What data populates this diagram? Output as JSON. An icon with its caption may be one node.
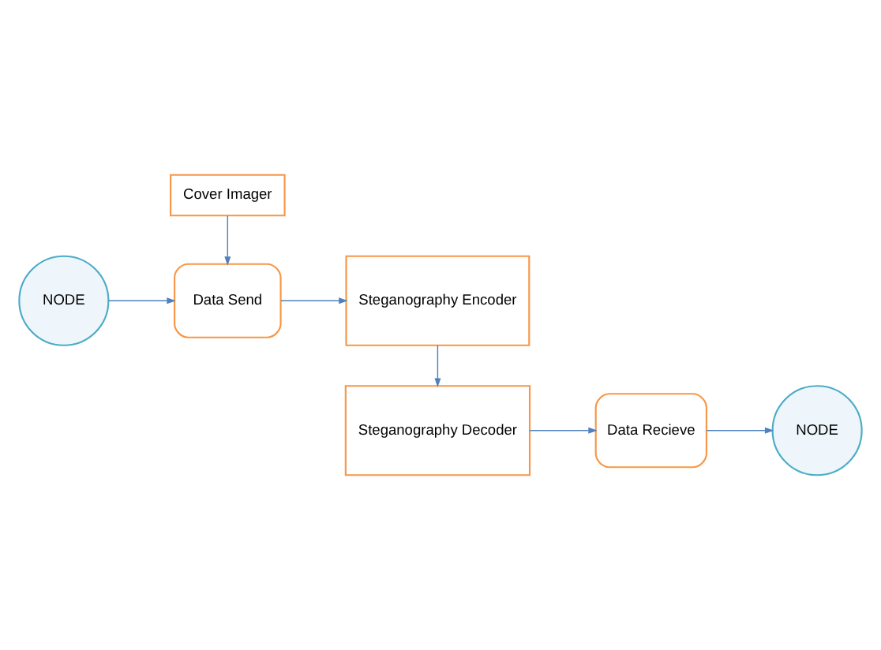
{
  "diagram": {
    "nodes": [
      {
        "text": [
          "NODE"
        ]
      },
      {
        "text": [
          "Cover Imager"
        ]
      },
      {
        "text": [
          "Data Send"
        ]
      },
      {
        "text": [
          "Steganography Encoder"
        ]
      },
      {
        "text": [
          "Steganography Decoder"
        ]
      },
      {
        "text": [
          "Data Recieve"
        ]
      },
      {
        "text": [
          "NODE"
        ]
      }
    ],
    "edges": [
      {
        "from": 0,
        "to": 2,
        "arrow": "to"
      },
      {
        "from": 1,
        "to": 2,
        "arrow": "to"
      },
      {
        "from": 2,
        "to": 3,
        "arrow": "to"
      },
      {
        "from": 3,
        "to": 4,
        "arrow": "to"
      },
      {
        "from": 4,
        "to": 5,
        "arrow": "to"
      },
      {
        "from": 5,
        "to": 6,
        "arrow": "to"
      }
    ]
  }
}
